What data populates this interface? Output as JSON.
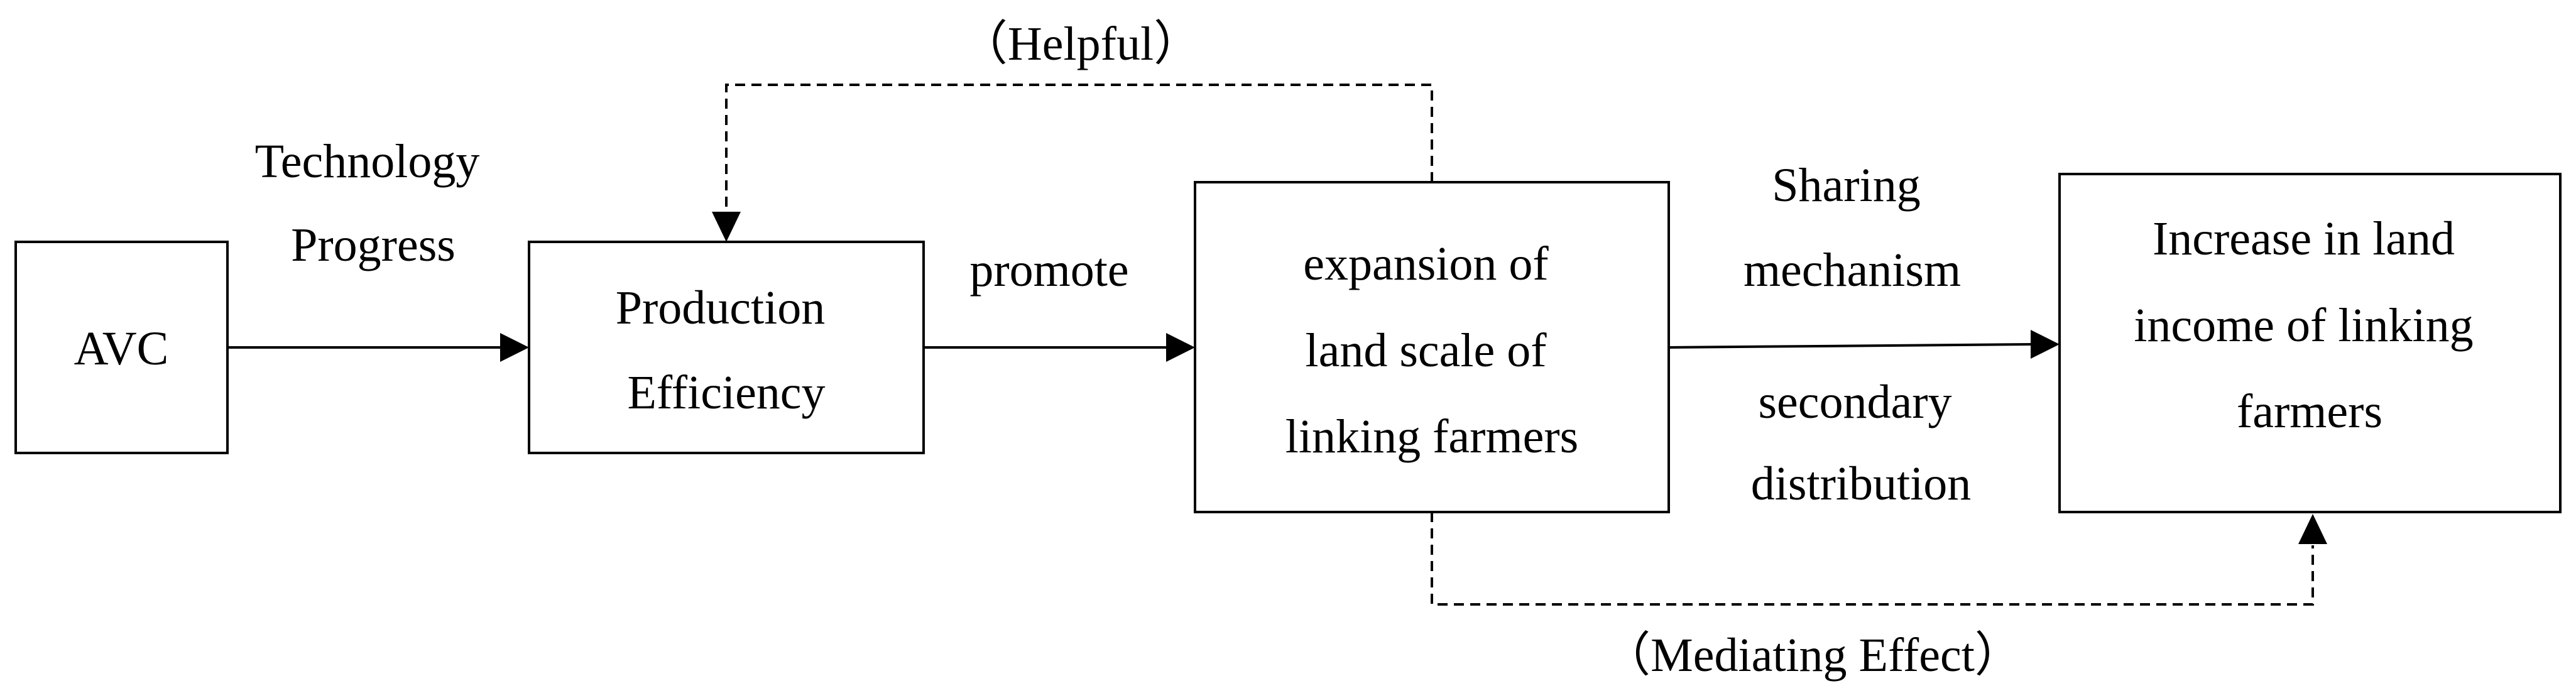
{
  "nodes": {
    "avc": {
      "lines": [
        "AVC"
      ]
    },
    "production_efficiency": {
      "lines": [
        "Production",
        "Efficiency"
      ]
    },
    "land_scale": {
      "lines": [
        "expansion of",
        "land scale of",
        "linking farmers"
      ]
    },
    "land_income": {
      "lines": [
        "Increase in land",
        "income of linking",
        "farmers"
      ]
    }
  },
  "edges": {
    "technology_progress": {
      "lines": [
        "Technology",
        "Progress"
      ]
    },
    "promote": {
      "lines": [
        "promote"
      ]
    },
    "sharing_mechanism": {
      "lines": [
        "Sharing",
        "mechanism"
      ]
    },
    "secondary_distribution": {
      "lines": [
        "secondary",
        "distribution"
      ]
    },
    "helpful": {
      "lines": [
        "（Helpful）"
      ]
    },
    "mediating_effect": {
      "lines": [
        "（Mediating Effect）"
      ]
    }
  },
  "colors": {
    "line": "#000000",
    "text": "#000000",
    "background": "#ffffff"
  }
}
